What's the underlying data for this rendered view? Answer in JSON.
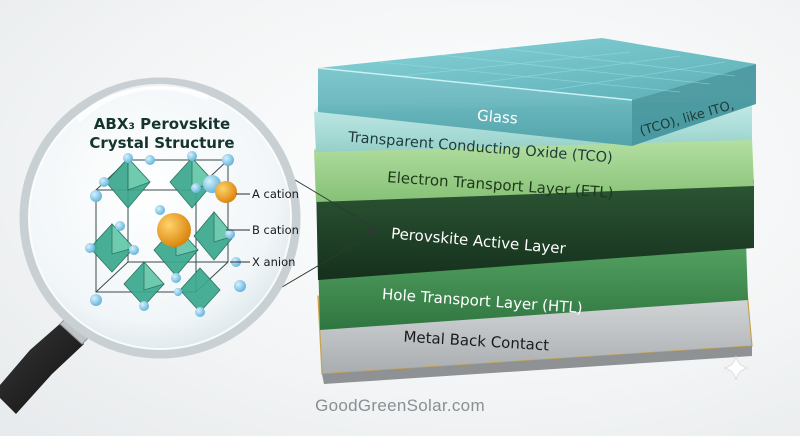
{
  "layers": {
    "glass": "Glass",
    "tco": "Transparent Conducting Oxide (TCO)",
    "tco_side": "(TCO), like ITO,",
    "etl": "Electron Transport Layer (ETL)",
    "perovskite": "Perovskite Active Layer",
    "htl": "Hole Transport Layer (HTL)",
    "metal": "Metal Back Contact"
  },
  "crystal": {
    "title_line1": "ABX₃ Perovskite",
    "title_line2": "Crystal Structure",
    "a_cation": "A cation",
    "b_cation": "B cation",
    "x_anion": "X anion"
  },
  "footer": "GoodGreenSolar.com",
  "colors": {
    "glass": "#5fb5bd",
    "tco": "#a9dcd9",
    "etl": "#9fd18e",
    "perovskite": "#1f3f27",
    "htl": "#3d8a4d",
    "metal": "#c9ccce",
    "octahedra": "#3aa88d",
    "a_cation": "#e89a10",
    "x_anion": "#7ec3e6"
  }
}
